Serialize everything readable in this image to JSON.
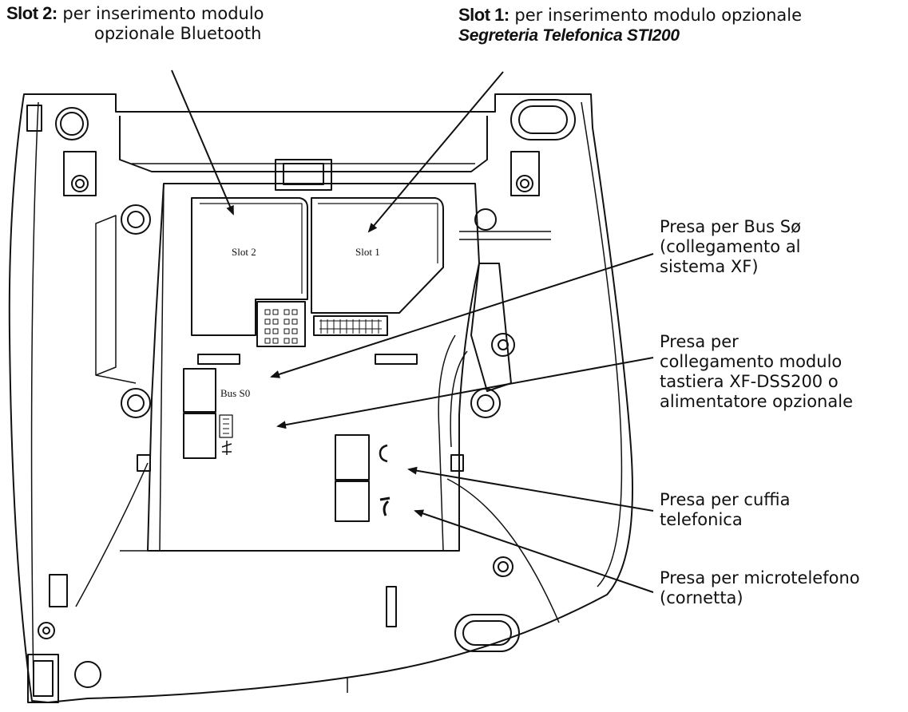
{
  "callouts": {
    "slot2": {
      "head": "Slot 2:",
      "line1": "per inserimento modulo",
      "line2": "opzionale Bluetooth"
    },
    "slot1": {
      "head": "Slot 1:",
      "line1": "per inserimento modulo opzionale",
      "line2": "Segreteria Telefonica STI200"
    },
    "bus": {
      "lines": [
        "Presa per Bus Sø",
        "(collegamento al",
        "sistema XF)"
      ]
    },
    "dss": {
      "lines": [
        "Presa per",
        "collegamento modulo",
        "tastiera XF-DSS200 o",
        "alimentatore opzionale"
      ]
    },
    "headset": {
      "lines": [
        "Presa per cuffia",
        "telefonica"
      ]
    },
    "handset": {
      "lines": [
        "Presa per microtelefono",
        "(cornetta)"
      ]
    }
  },
  "device_labels": {
    "slot2": "Slot 2",
    "slot1": "Slot 1",
    "bus": "Bus S0"
  },
  "icons": {
    "headset_port": "headset-icon",
    "handset_port": "handset-icon",
    "power_port": "power-plug-icon"
  },
  "colors": {
    "line": "#111111",
    "background": "#ffffff"
  }
}
